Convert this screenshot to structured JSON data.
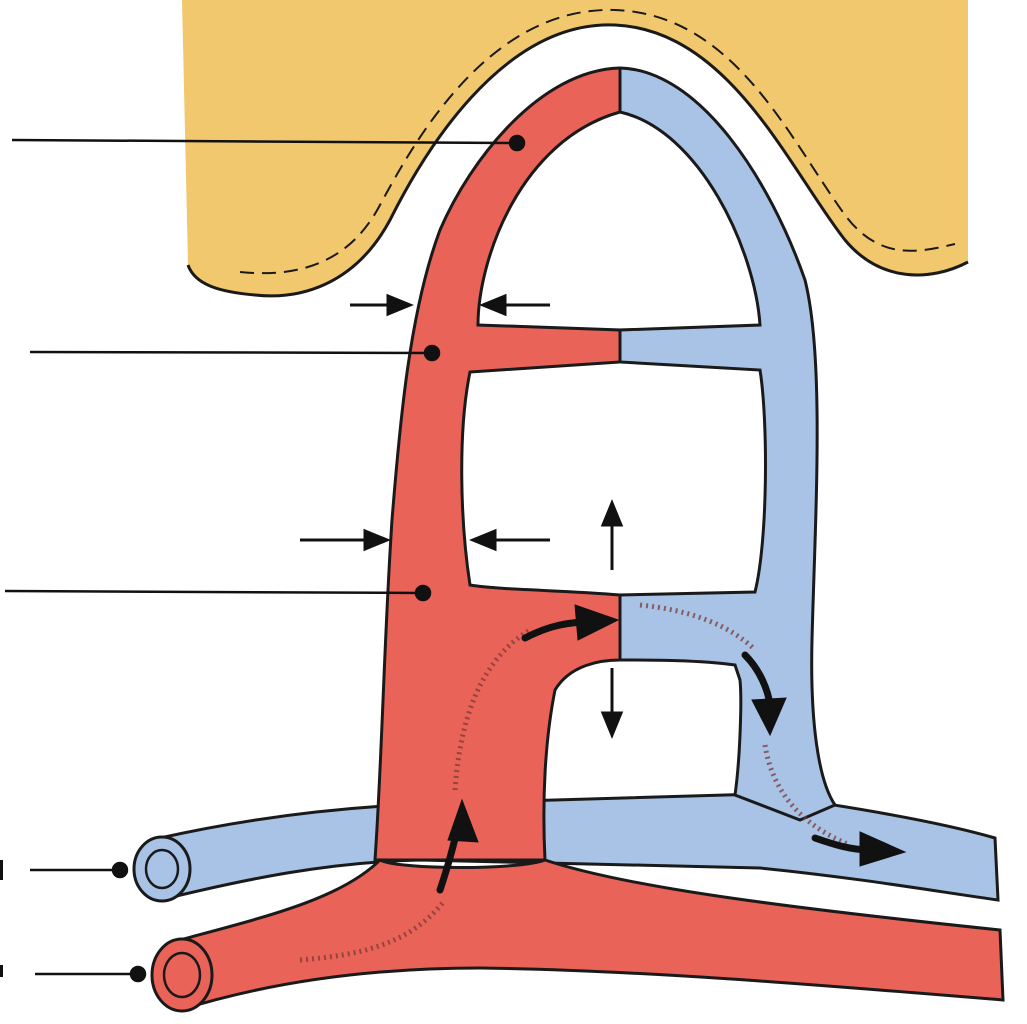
{
  "colors": {
    "background": "#ffffff",
    "tissue": "#f2c86e",
    "arterial": "#ea6359",
    "venous": "#a9c3e6",
    "outline": "#1a1a1a",
    "leader": "#111111",
    "flow_dots": "#7a3a36"
  },
  "labels": [
    {
      "id": "capillary-top",
      "text": ""
    },
    {
      "id": "capillary-middle",
      "text": ""
    },
    {
      "id": "metarteriole",
      "text": ""
    },
    {
      "id": "venule",
      "text": ""
    },
    {
      "id": "arteriole",
      "text": ""
    }
  ],
  "icons": {
    "constriction": "inward-arrow-pair-icon",
    "dilation": "outward-arrow-pair-icon",
    "flow": "curved-flow-arrow-icon"
  }
}
